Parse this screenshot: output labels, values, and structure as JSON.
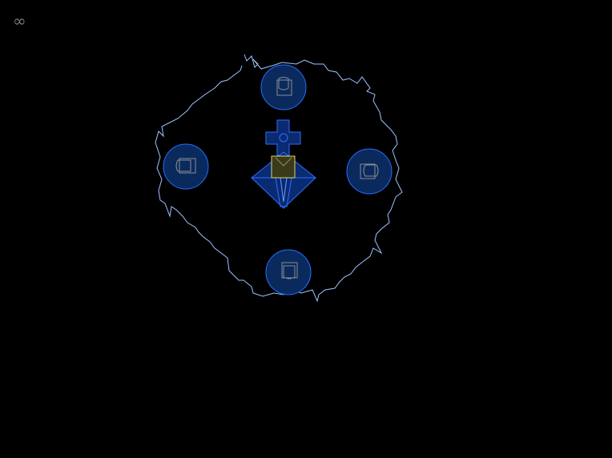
{
  "hud": {
    "infinity_symbol": "∞",
    "infinity_color": "#777777"
  },
  "colors": {
    "background": "#000000",
    "boundary_line": "#9fc4ff",
    "node_fill": "#0a2a5e",
    "node_stroke": "#2a6cff",
    "node_icon": "#8c8c8c",
    "core_fill": "#0a2a72",
    "core_stroke": "#2f6fff",
    "core_highlight_fill": "#3a3a1a",
    "core_highlight_stroke": "#d8d86a"
  },
  "scene": {
    "nodes": [
      {
        "id": "top",
        "icon": "cup-icon"
      },
      {
        "id": "left",
        "icon": "cup-icon"
      },
      {
        "id": "right",
        "icon": "cup-icon"
      },
      {
        "id": "bottom",
        "icon": "cup-icon"
      }
    ],
    "core": {
      "icon": "spire-icon"
    }
  }
}
